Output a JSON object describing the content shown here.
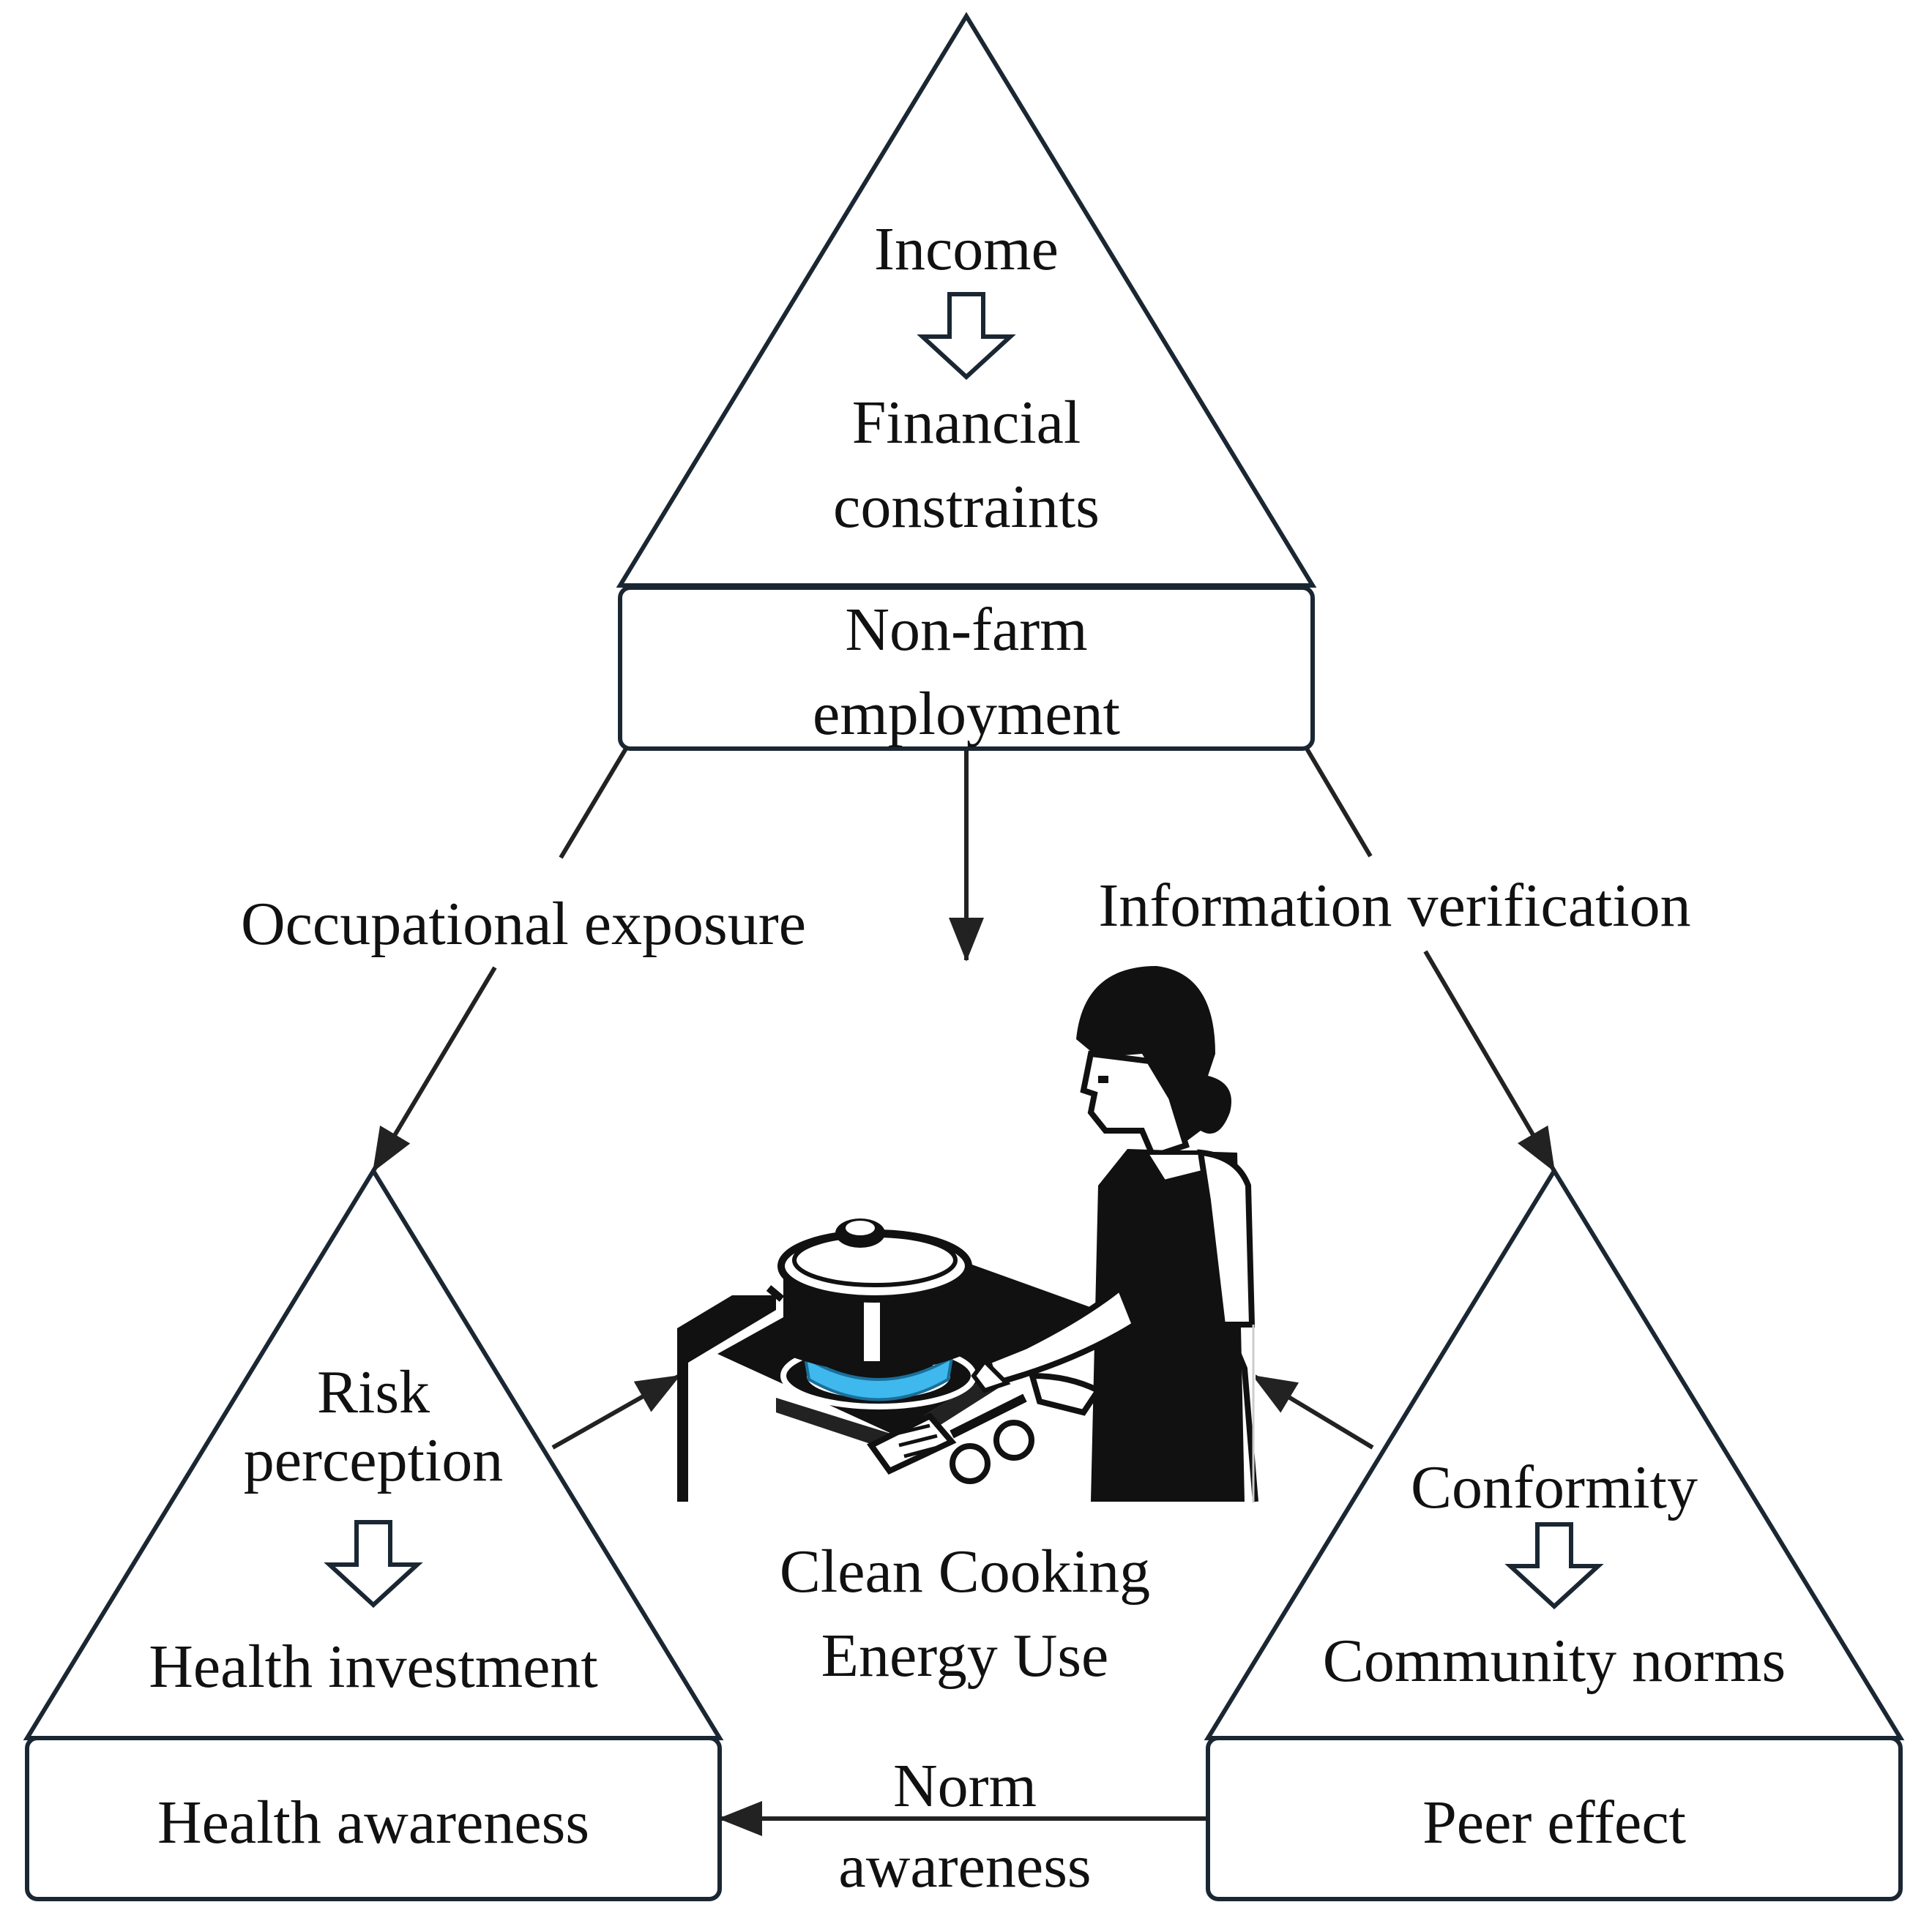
{
  "top_cluster": {
    "income": "Income",
    "financial_constraints_line1": "Financial",
    "financial_constraints_line2": "constraints",
    "box_line1": "Non-farm",
    "box_line2": "employment"
  },
  "left_cluster": {
    "risk_line1": "Risk",
    "risk_line2": "perception",
    "health_investment": "Health investment",
    "box_label": "Health awareness"
  },
  "right_cluster": {
    "conformity": "Conformity",
    "community_norms": "Community norms",
    "box_label": "Peer effect"
  },
  "pathways": {
    "occupational_exposure": "Occupational exposure",
    "information_verification": "Information verification",
    "norm_awareness_line1": "Norm",
    "norm_awareness_line2": "awareness"
  },
  "center": {
    "outcome_line1": "Clean Cooking",
    "outcome_line2": "Energy Use",
    "illustration": "person-cooking-on-gas-stove"
  },
  "colors": {
    "stroke": "#1a2733",
    "text": "#111111",
    "flame": "#3fb8ee"
  }
}
